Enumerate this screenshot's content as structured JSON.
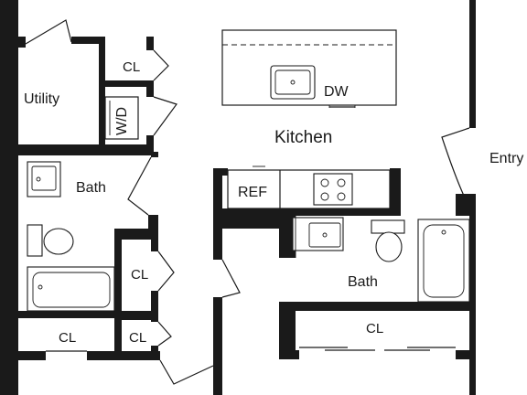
{
  "labels": {
    "kitchen": "Kitchen",
    "entry": "Entry",
    "utility": "Utility",
    "wd": "W/D",
    "dw": "DW",
    "ref": "REF",
    "bath_left": "Bath",
    "bath_right": "Bath",
    "cl_top": "CL",
    "cl_mid": "CL",
    "cl_bottom_left": "CL",
    "cl_bottom_small": "CL",
    "cl_right": "CL"
  },
  "colors": {
    "wall": "#1a1a1a",
    "background": "#ffffff"
  }
}
